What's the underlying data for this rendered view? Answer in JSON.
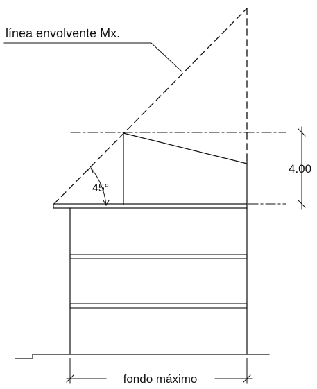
{
  "labels": {
    "envelope_line": "línea envolvente Mx.",
    "angle": "45°",
    "height_dimension": "4.00",
    "max_depth": "fondo máximo"
  },
  "colors": {
    "line": "#111111",
    "background": "#ffffff"
  }
}
